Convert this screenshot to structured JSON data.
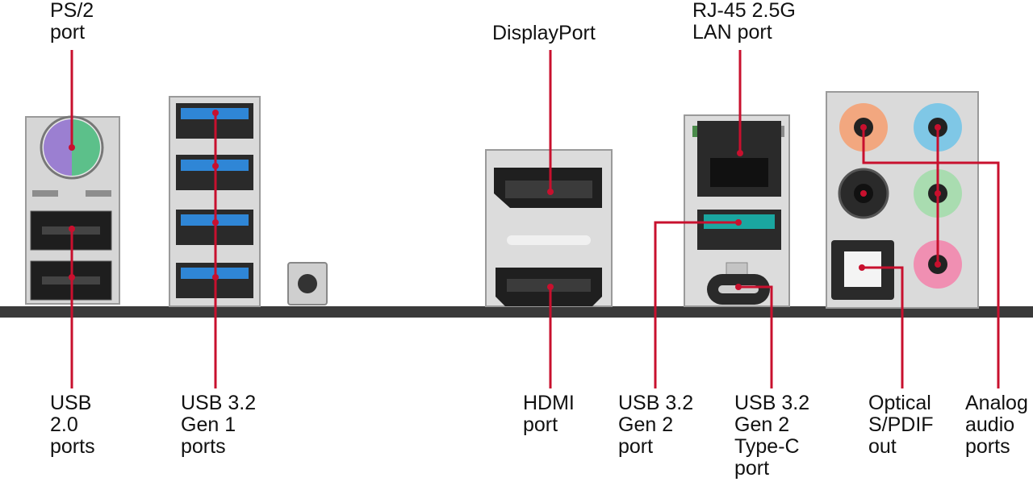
{
  "labels": {
    "ps2": "PS/2\nport",
    "displayport": "DisplayPort",
    "rj45": "RJ-45 2.5G\nLAN port",
    "usb20": "USB\n2.0\nports",
    "usb32_gen1": "USB 3.2\nGen 1\nports",
    "hdmi": "HDMI\nport",
    "usb32_gen2": "USB 3.2\nGen 2\nport",
    "usb32_typec": "USB 3.2\nGen 2\nType-C\nport",
    "optical": "Optical\nS/PDIF\nout",
    "analog": "Analog\naudio\nports"
  },
  "colors": {
    "leader": "#c8102e",
    "panel": "#d4d4d4",
    "panel_edge": "#9a9a9a",
    "board": "#3a3a3a",
    "usb3_blue": "#2f86d6",
    "usb_gen2_teal": "#1aa6a0",
    "ps2_purple": "#9b7fd1",
    "ps2_green": "#5cc08a",
    "audio_orange": "#f2a77f",
    "audio_blue": "#7fc7e6",
    "audio_black": "#2a2a2a",
    "audio_green": "#a9dcb0",
    "audio_pink": "#f08fb2"
  }
}
